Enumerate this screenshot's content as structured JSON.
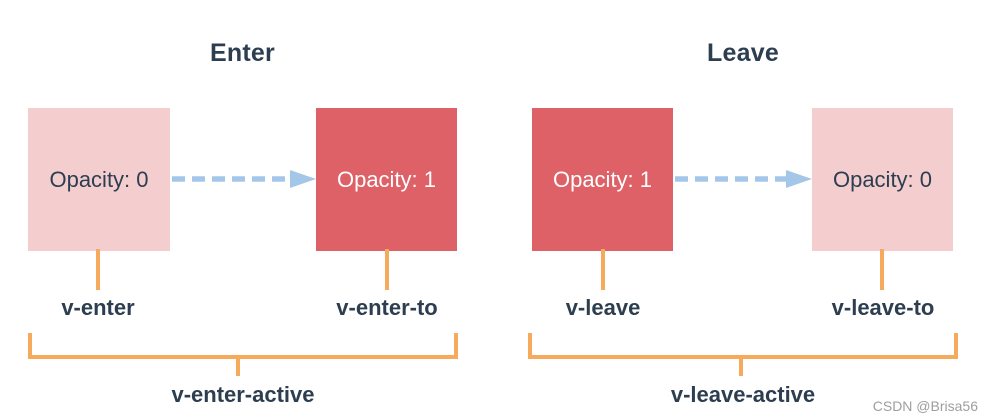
{
  "enter": {
    "title": "Enter",
    "from_box_label": "Opacity: 0",
    "to_box_label": "Opacity: 1",
    "from_class": "v-enter",
    "to_class": "v-enter-to",
    "active_class": "v-enter-active"
  },
  "leave": {
    "title": "Leave",
    "from_box_label": "Opacity: 1",
    "to_box_label": "Opacity: 0",
    "from_class": "v-leave",
    "to_class": "v-leave-to",
    "active_class": "v-leave-active"
  },
  "watermark": "CSDN @Brisa56",
  "colors": {
    "box_hidden": "#f4cdcf",
    "box_visible": "#dd6166",
    "arrow": "#a4c7e9",
    "bracket": "#f6aa5c",
    "text": "#2c3e50",
    "watermark": "#9e9e9e",
    "background": "#ffffff"
  }
}
